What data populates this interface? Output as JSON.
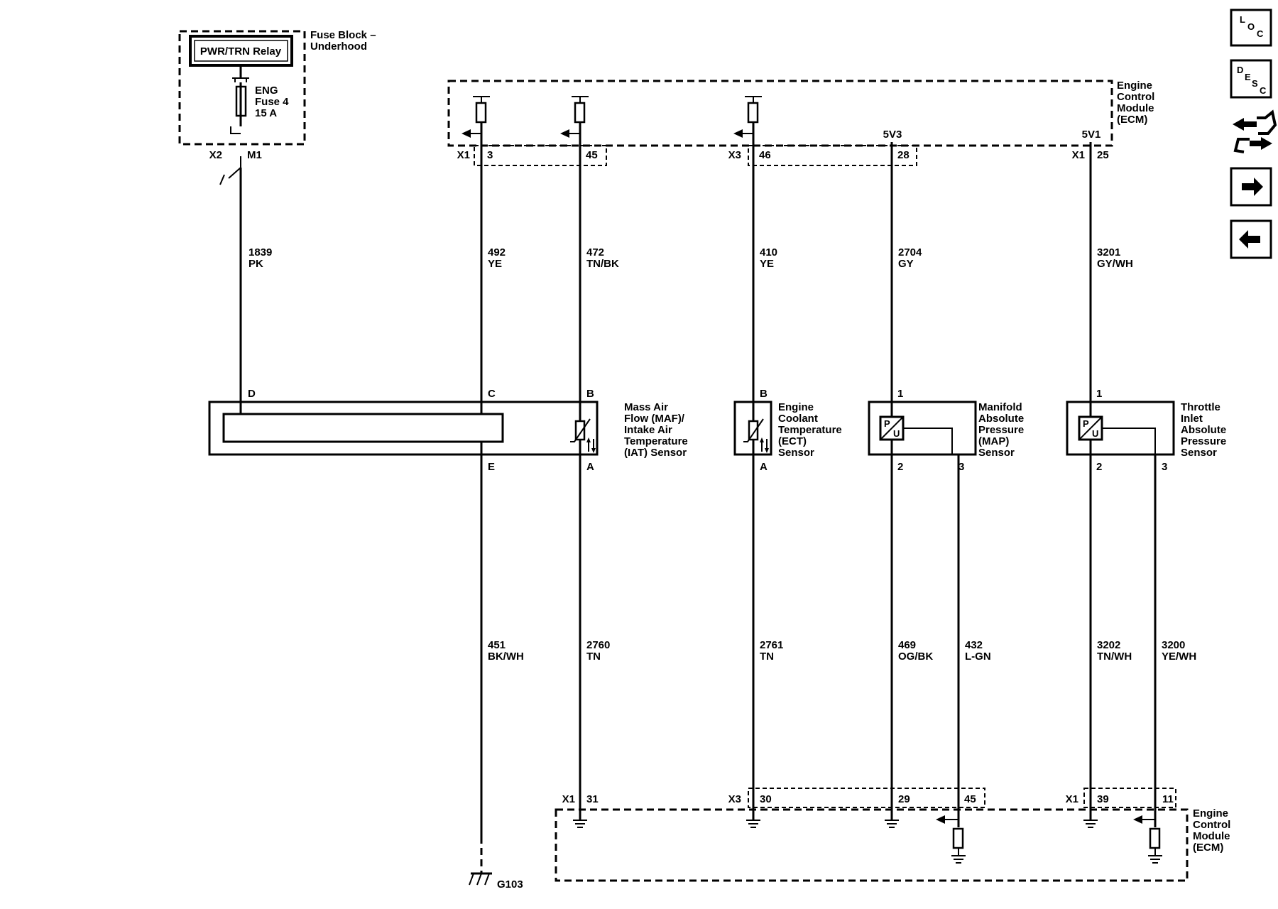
{
  "fuse_block": {
    "title_line1": "Fuse Block –",
    "title_line2": "Underhood",
    "relay": "PWR/TRN Relay",
    "fuse_line1": "ENG",
    "fuse_line2": "Fuse 4",
    "fuse_line3": "15 A",
    "connector": "X2",
    "pin": "M1"
  },
  "ecm_top": {
    "line1": "Engine",
    "line2": "Control",
    "line3": "Module",
    "line4": "(ECM)",
    "connectors": {
      "x1_left": "X1",
      "x3": "X3",
      "x1_right": "X1"
    },
    "pins": {
      "p3": "3",
      "p45": "45",
      "p46": "46",
      "p28": "28",
      "p25": "25"
    },
    "refs": {
      "ref_5v3": "5V3",
      "ref_5v1": "5V1"
    }
  },
  "wires_upper": [
    {
      "circuit": "1839",
      "color": "PK"
    },
    {
      "circuit": "492",
      "color": "YE"
    },
    {
      "circuit": "472",
      "color": "TN/BK"
    },
    {
      "circuit": "410",
      "color": "YE"
    },
    {
      "circuit": "2704",
      "color": "GY"
    },
    {
      "circuit": "3201",
      "color": "GY/WH"
    }
  ],
  "wires_lower": [
    {
      "circuit": "451",
      "color": "BK/WH"
    },
    {
      "circuit": "2760",
      "color": "TN"
    },
    {
      "circuit": "2761",
      "color": "TN"
    },
    {
      "circuit": "469",
      "color": "OG/BK"
    },
    {
      "circuit": "432",
      "color": "L-GN"
    },
    {
      "circuit": "3202",
      "color": "TN/WH"
    },
    {
      "circuit": "3200",
      "color": "YE/WH"
    }
  ],
  "maf": {
    "line1": "Mass Air",
    "line2": "Flow (MAF)/",
    "line3": "Intake Air",
    "line4": "Temperature",
    "line5": "(IAT) Sensor",
    "pins": {
      "d": "D",
      "c": "C",
      "b": "B",
      "e": "E",
      "a": "A"
    }
  },
  "ect": {
    "line1": "Engine",
    "line2": "Coolant",
    "line3": "Temperature",
    "line4": "(ECT)",
    "line5": "Sensor",
    "pins": {
      "b": "B",
      "a": "A"
    }
  },
  "map": {
    "line1": "Manifold",
    "line2": "Absolute",
    "line3": "Pressure",
    "line4": "(MAP)",
    "line5": "Sensor",
    "pins": {
      "p1": "1",
      "p2": "2",
      "p3": "3"
    }
  },
  "tiap": {
    "line1": "Throttle",
    "line2": "Inlet",
    "line3": "Absolute",
    "line4": "Pressure",
    "line5": "Sensor",
    "pins": {
      "p1": "1",
      "p2": "2",
      "p3": "3"
    }
  },
  "ecm_bottom": {
    "line1": "Engine",
    "line2": "Control",
    "line3": "Module",
    "line4": "(ECM)",
    "connectors": {
      "x1_left": "X1",
      "x3": "X3",
      "x1_right": "X1"
    },
    "pins": {
      "p31": "31",
      "p30": "30",
      "p29": "29",
      "p45": "45",
      "p39": "39",
      "p11": "11"
    }
  },
  "ground": "G103",
  "sensor_symbol": {
    "p": "P",
    "u": "U"
  },
  "nav": {
    "loc": {
      "l": "L",
      "o": "O",
      "c": "C"
    },
    "desc": {
      "d": "D",
      "e": "E",
      "s": "S",
      "c": "C"
    }
  }
}
